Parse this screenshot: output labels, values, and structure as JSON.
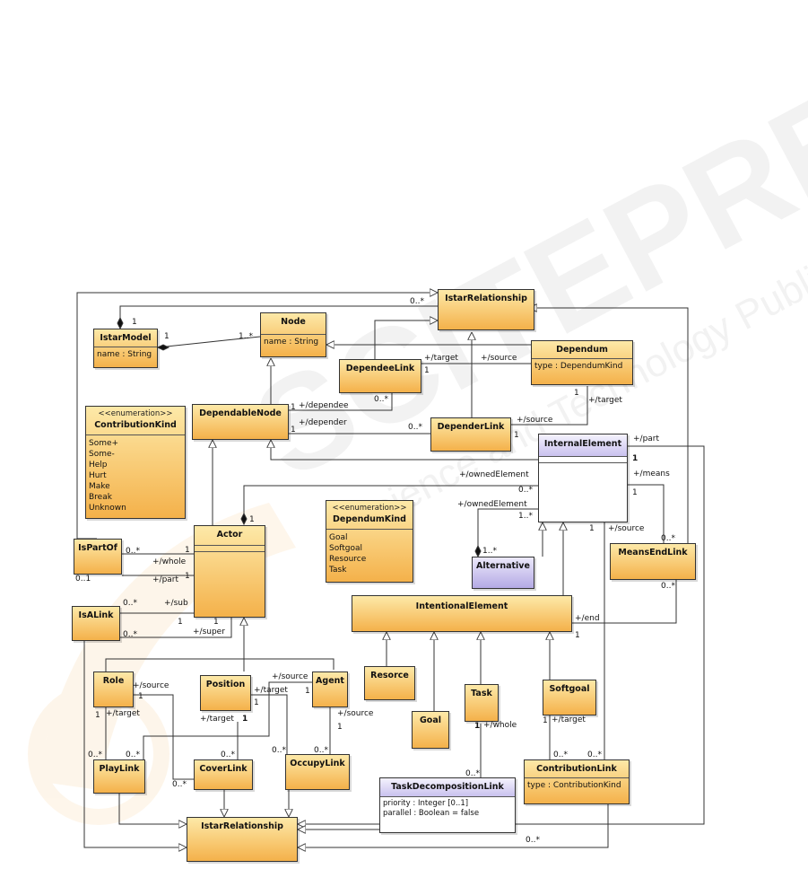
{
  "watermark": {
    "brand": "SCITEPRESS",
    "sub": "Science and Technology Publications"
  },
  "classes": {
    "istar_relationship_top": {
      "name": "IstarRelationship"
    },
    "istar_model": {
      "name": "IstarModel",
      "attrs": [
        "name : String"
      ]
    },
    "node": {
      "name": "Node",
      "attrs": [
        "name : String"
      ]
    },
    "dependum": {
      "name": "Dependum",
      "attrs": [
        "type : DependumKind"
      ]
    },
    "dependee_link": {
      "name": "DependeeLink"
    },
    "dependable_node": {
      "name": "DependableNode"
    },
    "depender_link": {
      "name": "DependerLink"
    },
    "contribution_kind": {
      "stereotype": "<<enumeration>>",
      "name": "ContributionKind",
      "literals": [
        "Some+",
        "Some-",
        "Help",
        "Hurt",
        "Make",
        "Break",
        "Unknown"
      ]
    },
    "internal_element": {
      "name": "InternalElement"
    },
    "actor": {
      "name": "Actor"
    },
    "dependum_kind": {
      "stereotype": "<<enumeration>>",
      "name": "DependumKind",
      "literals": [
        "Goal",
        "Softgoal",
        "Resource",
        "Task"
      ]
    },
    "is_part_of": {
      "name": "IsPartOf"
    },
    "alternative": {
      "name": "Alternative"
    },
    "means_end_link": {
      "name": "MeansEndLink"
    },
    "intentional_element": {
      "name": "IntentionalElement"
    },
    "is_a_link": {
      "name": "IsALink"
    },
    "resource": {
      "name": "Resorce"
    },
    "goal": {
      "name": "Goal"
    },
    "task": {
      "name": "Task"
    },
    "softgoal": {
      "name": "Softgoal"
    },
    "role": {
      "name": "Role"
    },
    "position": {
      "name": "Position"
    },
    "agent": {
      "name": "Agent"
    },
    "play_link": {
      "name": "PlayLink"
    },
    "cover_link": {
      "name": "CoverLink"
    },
    "occupy_link": {
      "name": "OccupyLink"
    },
    "task_decomposition_link": {
      "name": "TaskDecompositionLink",
      "attrs": [
        "priority : Integer [0..1]",
        "parallel : Boolean = false"
      ]
    },
    "contribution_link": {
      "name": "ContributionLink",
      "attrs": [
        "type : ContributionKind"
      ]
    },
    "istar_relationship_bottom": {
      "name": "IstarRelationship"
    }
  },
  "labels": {
    "m_model_rel": "0..*",
    "m_model_1": "1",
    "m_model_node_1": "1",
    "m_model_node_many": "1..*",
    "r_dl_target": "+/target",
    "m_dl_1": "1",
    "r_dl_source": "+/source",
    "m_dependum_1": "1",
    "r_dependum_target": "+/target",
    "m_dependee_many": "0..*",
    "m_dependee_1": "1",
    "r_dependee": "+/dependee",
    "r_depender": "+/depender",
    "m_depender_1": "1",
    "m_depender_many": "0..*",
    "r_der_source": "+/source",
    "m_der_1": "1",
    "r_part_ie": "+/part",
    "m_ie_1": "1",
    "r_means": "+/means",
    "m_ie_means_1": "1",
    "r_owned_el": "+/ownedElement",
    "m_owned_many": "0..*",
    "m_actor_1": "1",
    "r_owned_el2": "+/ownedElement",
    "m_owned_alt": "1..*",
    "m_alt_many": "1..*",
    "m_ie_source_1": "1",
    "r_ie_source": "+/source",
    "m_mel_many": "0..*",
    "m_ispartof_many": "0..*",
    "m_ispartof_1": "1",
    "r_whole": "+/whole",
    "m_ispartof_01": "0..1",
    "r_part": "+/part",
    "m_part_1": "1",
    "m_isa_many": "0..*",
    "r_sub": "+/sub",
    "m_isa_1": "1",
    "m_super_1": "1",
    "m_isa_many2": "0..*",
    "r_super": "+/super",
    "m_mel_end": "0..*",
    "r_end": "+/end",
    "m_end_1": "1",
    "r_role_source": "+/source",
    "m_role_1": "1",
    "m_role_target_1": "1",
    "r_role_target": "+/target",
    "r_pos_target": "+/target",
    "r_pos_target2": "+/target",
    "m_pos_1": "1",
    "m_pos_1b": "1",
    "r_agent_source": "+/source",
    "m_agent_1": "1",
    "r_agent_source2": "+/source",
    "m_agent_1b": "1",
    "m_play_many1": "0..*",
    "m_play_many2": "0..*",
    "m_cover_many1": "0..*",
    "m_cover_many2": "0..*",
    "m_occupy_many1": "0..*",
    "m_occupy_many2": "0..*",
    "m_task_1": "1",
    "r_task_whole": "+/whole",
    "m_tdl_many": "0..*",
    "m_soft_1": "1",
    "r_soft_target": "+/target",
    "m_cl_many1": "0..*",
    "m_cl_many2": "0..*",
    "m_bottom_many": "0..*"
  }
}
